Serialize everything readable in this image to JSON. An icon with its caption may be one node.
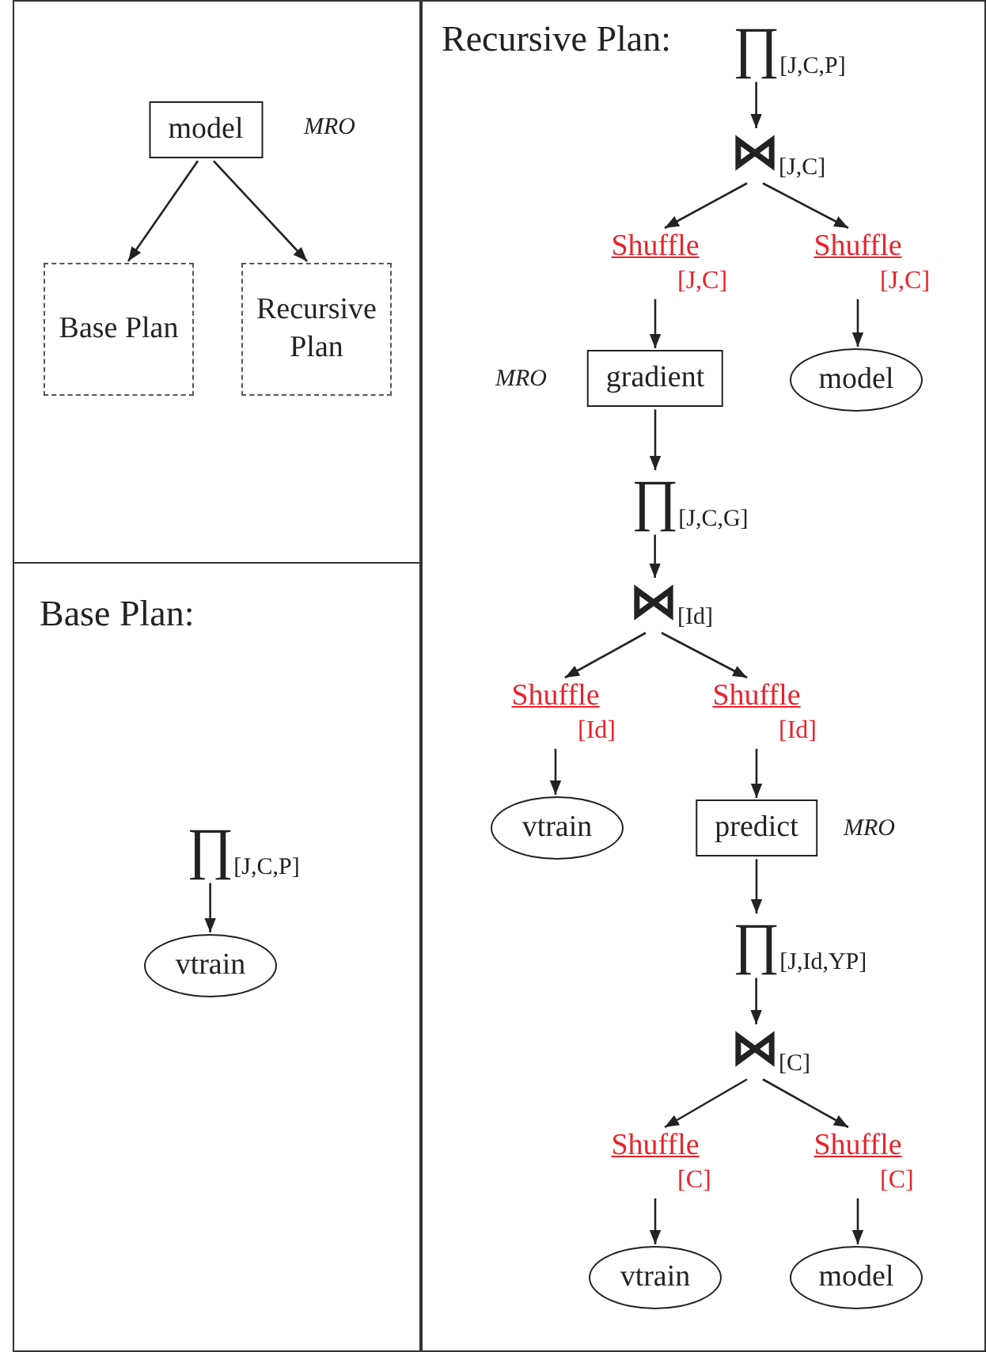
{
  "diagram": {
    "nodes": [
      {
        "text": [
          "model"
        ],
        "beside": [
          "MRO"
        ]
      },
      {
        "text": [
          "Base Plan"
        ]
      },
      {
        "text": [
          "Recursive Plan"
        ]
      },
      {
        "text": [
          "∏$_{[J,C,P]}$"
        ]
      },
      {
        "text": [
          "vtrain"
        ]
      },
      {
        "text": [
          "∏$_{[J,C,P]}$"
        ]
      },
      {
        "text": [
          "⋈$_{[J,C]}$"
        ]
      },
      {
        "text": [
          "Shuffle",
          "[J,C]"
        ]
      },
      {
        "text": [
          "Shuffle",
          "[J,C]"
        ]
      },
      {
        "text": [
          "gradient"
        ],
        "beside": [
          "MRO"
        ]
      },
      {
        "text": [
          "model"
        ]
      },
      {
        "text": [
          "∏$_{[J,C,G]}$"
        ]
      },
      {
        "text": [
          "⋈$_{[Id]}$"
        ]
      },
      {
        "text": [
          "Shuffle",
          "[Id]"
        ]
      },
      {
        "text": [
          "Shuffle",
          "[Id]"
        ]
      },
      {
        "text": [
          "vtrain"
        ]
      },
      {
        "text": [
          "predict"
        ],
        "beside": [
          "MRO"
        ]
      },
      {
        "text": [
          "∏$_{[J,Id,YP]}$"
        ]
      },
      {
        "text": [
          "⋈$_{[C]}$"
        ]
      },
      {
        "text": [
          "Shuffle",
          "[C]"
        ]
      },
      {
        "text": [
          "Shuffle",
          "[C]"
        ]
      },
      {
        "text": [
          "vtrain"
        ]
      },
      {
        "text": [
          "model"
        ]
      }
    ],
    "edges": [
      {
        "from": 0,
        "to": 1,
        "arrow": "to"
      },
      {
        "from": 0,
        "to": 2,
        "arrow": "to"
      },
      {
        "from": 3,
        "to": 4,
        "arrow": "to"
      },
      {
        "from": 5,
        "to": 6,
        "arrow": "to"
      },
      {
        "from": 6,
        "to": 7,
        "arrow": "to"
      },
      {
        "from": 6,
        "to": 8,
        "arrow": "to"
      },
      {
        "from": 7,
        "to": 9,
        "arrow": "to"
      },
      {
        "from": 8,
        "to": 10,
        "arrow": "to"
      },
      {
        "from": 9,
        "to": 11,
        "arrow": "to"
      },
      {
        "from": 11,
        "to": 12,
        "arrow": "to"
      },
      {
        "from": 12,
        "to": 13,
        "arrow": "to"
      },
      {
        "from": 12,
        "to": 14,
        "arrow": "to"
      },
      {
        "from": 13,
        "to": 15,
        "arrow": "to"
      },
      {
        "from": 14,
        "to": 16,
        "arrow": "to"
      },
      {
        "from": 16,
        "to": 17,
        "arrow": "to"
      },
      {
        "from": 17,
        "to": 18,
        "arrow": "to"
      },
      {
        "from": 18,
        "to": 19,
        "arrow": "to"
      },
      {
        "from": 18,
        "to": 20,
        "arrow": "to"
      },
      {
        "from": 19,
        "to": 21,
        "arrow": "to"
      },
      {
        "from": 20,
        "to": 22,
        "arrow": "to"
      }
    ],
    "labels": [
      "Recursive Plan:",
      "Base Plan:"
    ]
  }
}
